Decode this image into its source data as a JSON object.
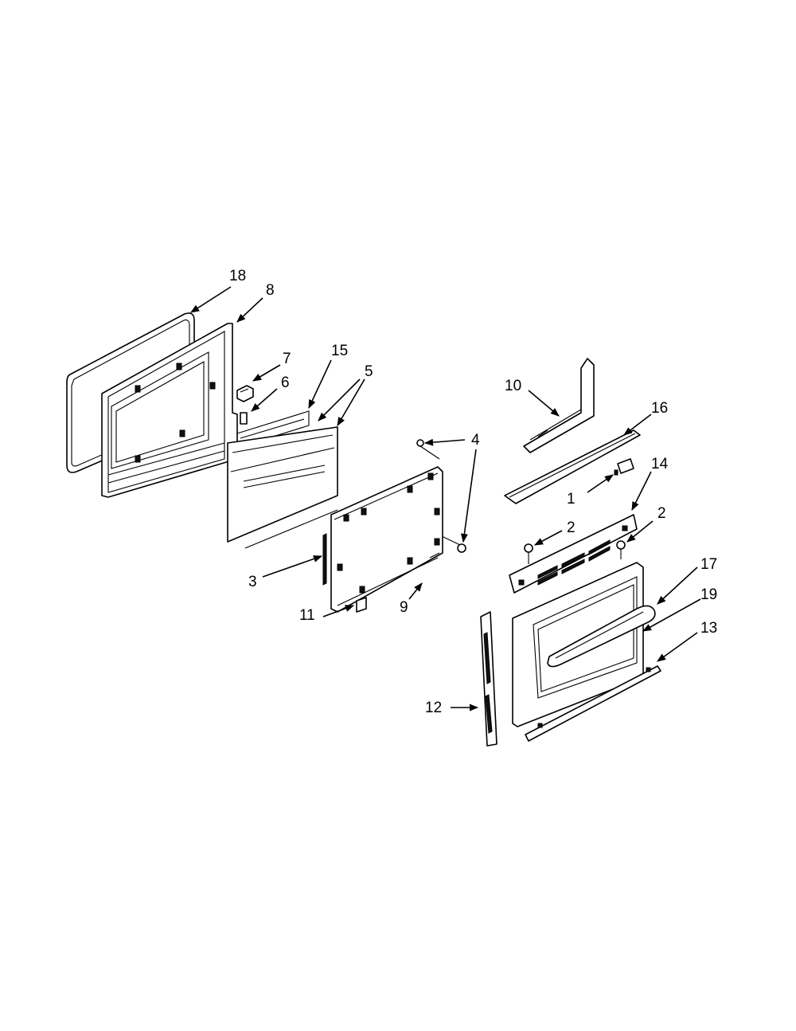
{
  "diagram": {
    "callouts": [
      {
        "id": "c18",
        "label": "18"
      },
      {
        "id": "c8",
        "label": "8"
      },
      {
        "id": "c7",
        "label": "7"
      },
      {
        "id": "c6",
        "label": "6"
      },
      {
        "id": "c15",
        "label": "15"
      },
      {
        "id": "c5",
        "label": "5"
      },
      {
        "id": "c4",
        "label": "4"
      },
      {
        "id": "c3",
        "label": "3"
      },
      {
        "id": "c11",
        "label": "11"
      },
      {
        "id": "c9",
        "label": "9"
      },
      {
        "id": "c10",
        "label": "10"
      },
      {
        "id": "c16",
        "label": "16"
      },
      {
        "id": "c1",
        "label": "1"
      },
      {
        "id": "c14",
        "label": "14"
      },
      {
        "id": "c2a",
        "label": "2"
      },
      {
        "id": "c2b",
        "label": "2"
      },
      {
        "id": "c17",
        "label": "17"
      },
      {
        "id": "c19",
        "label": "19"
      },
      {
        "id": "c13",
        "label": "13"
      },
      {
        "id": "c12",
        "label": "12"
      }
    ]
  }
}
